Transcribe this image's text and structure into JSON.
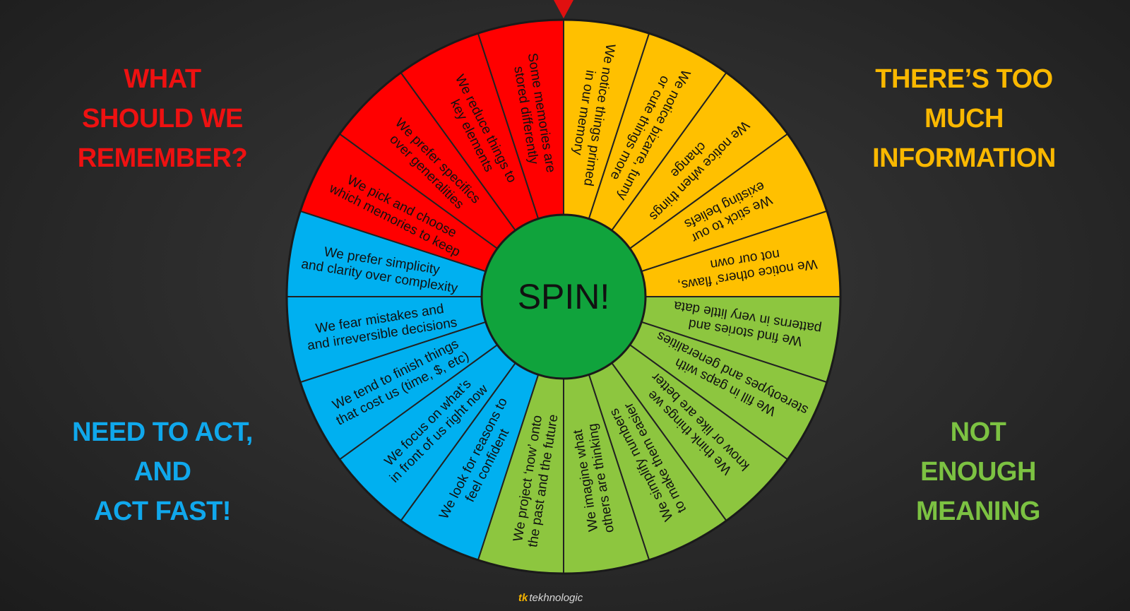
{
  "quadrants": {
    "top_left": {
      "lines": [
        "WHAT",
        "SHOULD WE",
        "REMEMBER?"
      ],
      "color": "#ee1111"
    },
    "top_right": {
      "lines": [
        "THERE’S TOO",
        "MUCH",
        "INFORMATION"
      ],
      "color": "#f9b800"
    },
    "bottom_left": {
      "lines": [
        "NEED TO ACT,",
        "AND",
        "ACT FAST!"
      ],
      "color": "#10a8ec"
    },
    "bottom_right": {
      "lines": [
        "NOT",
        "ENOUGH",
        "MEANING"
      ],
      "color": "#7cc242"
    }
  },
  "wheel": {
    "center_label": "SPIN!",
    "center_color": "#10a33c",
    "pointer_color": "#e01010",
    "segments": [
      {
        "text": [
          "We notice things primed",
          "in our memory"
        ],
        "color": "#ffc000"
      },
      {
        "text": [
          "We notice bizarre, funny",
          "or cute things more"
        ],
        "color": "#ffc000"
      },
      {
        "text": [
          "We notice when things",
          "change"
        ],
        "color": "#ffc000"
      },
      {
        "text": [
          "We stick to our",
          "existing beliefs"
        ],
        "color": "#ffc000"
      },
      {
        "text": [
          "We notice others’ flaws,",
          "not our own"
        ],
        "color": "#ffc000"
      },
      {
        "text": [
          "We find stories and",
          "patterns in very little data"
        ],
        "color": "#8dc63f"
      },
      {
        "text": [
          "We fill in gaps with",
          "stereotypes and generalities"
        ],
        "color": "#8dc63f"
      },
      {
        "text": [
          "We think things we",
          "know or like are better"
        ],
        "color": "#8dc63f"
      },
      {
        "text": [
          "We simplify numbers",
          "to make them easier"
        ],
        "color": "#8dc63f"
      },
      {
        "text": [
          "We imagine what",
          "others are thinking"
        ],
        "color": "#8dc63f"
      },
      {
        "text": [
          "We project ‘now’ onto",
          "the past and the future"
        ],
        "color": "#8dc63f"
      },
      {
        "text": [
          "We look for reasons to",
          "feel confident"
        ],
        "color": "#00b0f0"
      },
      {
        "text": [
          "We focus on what’s",
          "in front of us right now"
        ],
        "color": "#00b0f0"
      },
      {
        "text": [
          "We tend to finish things",
          "that cost us (time, $, etc)"
        ],
        "color": "#00b0f0"
      },
      {
        "text": [
          "We fear mistakes and",
          "and irreversible decisions"
        ],
        "color": "#00b0f0"
      },
      {
        "text": [
          "We prefer simplicity",
          "and clarity over complexity"
        ],
        "color": "#00b0f0"
      },
      {
        "text": [
          "We pick and choose",
          "which memories to keep"
        ],
        "color": "#ff0000"
      },
      {
        "text": [
          "We prefer specifics",
          "over generalities"
        ],
        "color": "#ff0000"
      },
      {
        "text": [
          "We reduce things to",
          "key elements"
        ],
        "color": "#ff0000"
      },
      {
        "text": [
          "Some memories are",
          "stored differently"
        ],
        "color": "#ff0000"
      }
    ]
  },
  "brand": {
    "mark": "tk",
    "name": "tekhnologic"
  }
}
